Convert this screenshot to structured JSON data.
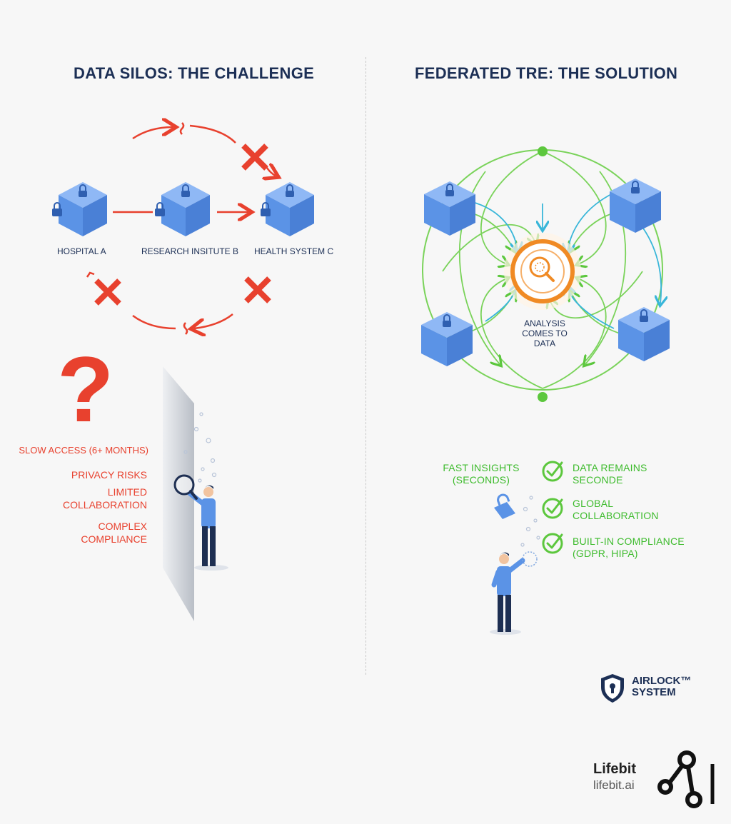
{
  "left": {
    "title": "DATA SILOS: THE CHALLENGE",
    "nodes": [
      "HOSPITAL A",
      "RESEARCH INSITUTE B",
      "HEALTH SYSTEM C"
    ],
    "question_mark": "?",
    "issues": [
      "SLOW ACCESS (6+ MONTHS)",
      "PRIVACY RISKS",
      "LIMITED COLLABORATION",
      "COMPLEX COMPLIANCE"
    ]
  },
  "right": {
    "title": "FEDERATED TRE: THE SOLUTION",
    "center_label": "ANALYSIS COMES TO DATA",
    "fast_insights": "FAST INSIGHTS (SECONDS)",
    "benefits": [
      "DATA REMAINS SECONDE",
      "GLOBAL COLLABORATION",
      "BUILT-IN COMPLIANCE (GDPR, HIPA)"
    ],
    "airlock": "AIRLOCK™ SYSTEM"
  },
  "footer": {
    "brand_name": "Lifebit",
    "brand_url": "lifebit.ai"
  },
  "colors": {
    "title": "#1c2f55",
    "red": "#e8412e",
    "green": "#3dbb2c",
    "blue_box": "#5b93e6",
    "orange": "#f08a24",
    "teal": "#38b6d9"
  },
  "icons": [
    "lock-icon",
    "cross-icon",
    "question-icon",
    "magnifier-icon",
    "check-icon",
    "shield-icon",
    "person-icon",
    "lifebit-logo-icon"
  ]
}
